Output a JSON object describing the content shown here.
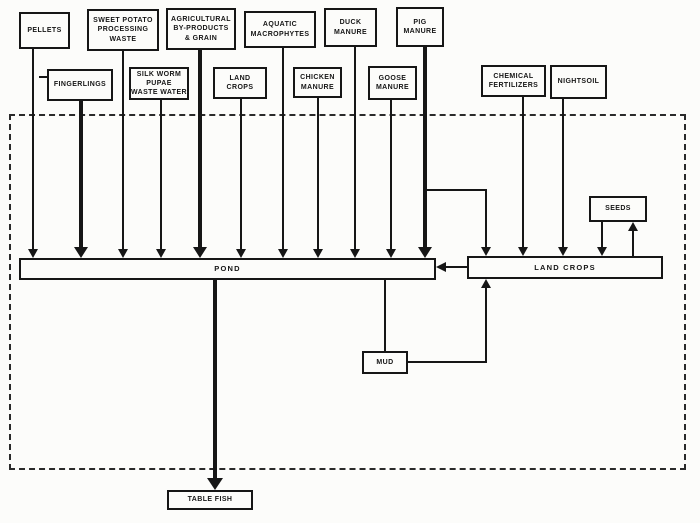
{
  "figure": {
    "description_colors": {
      "ink": "#161616",
      "paper": "#fcfcfa"
    },
    "diagram": {
      "nodes": {
        "pellets": {
          "label": "PELLETS"
        },
        "sweet_potato_processing_waste": {
          "label": "SWEET POTATO\nPROCESSING\nWASTE"
        },
        "agricultural_by_products_grain": {
          "label": "AGRICULTURAL\nBY-PRODUCTS\n& GRAIN"
        },
        "aquatic_macrophytes": {
          "label": "AQUATIC\nMACROPHYTES"
        },
        "duck_manure": {
          "label": "DUCK\nMANURE"
        },
        "pig_manure": {
          "label": "PIG\nMANURE"
        },
        "fingerlings": {
          "label": "FINGERLINGS"
        },
        "silk_worm_pupae_waste_water": {
          "label": "SILK WORM\nPUPAE\nWASTE WATER"
        },
        "land_crops_input": {
          "label": "LAND\nCROPS"
        },
        "chicken_manure": {
          "label": "CHICKEN\nMANURE"
        },
        "goose_manure": {
          "label": "GOOSE\nMANURE"
        },
        "chemical_fertilizers": {
          "label": "CHEMICAL\nFERTILIZERS"
        },
        "nightsoil": {
          "label": "NIGHTSOIL"
        },
        "pond": {
          "label": "POND"
        },
        "land_crops": {
          "label": "LAND CROPS"
        },
        "seeds": {
          "label": "SEEDS"
        },
        "mud": {
          "label": "MUD"
        },
        "table_fish": {
          "label": "TABLE FISH"
        }
      }
    }
  }
}
